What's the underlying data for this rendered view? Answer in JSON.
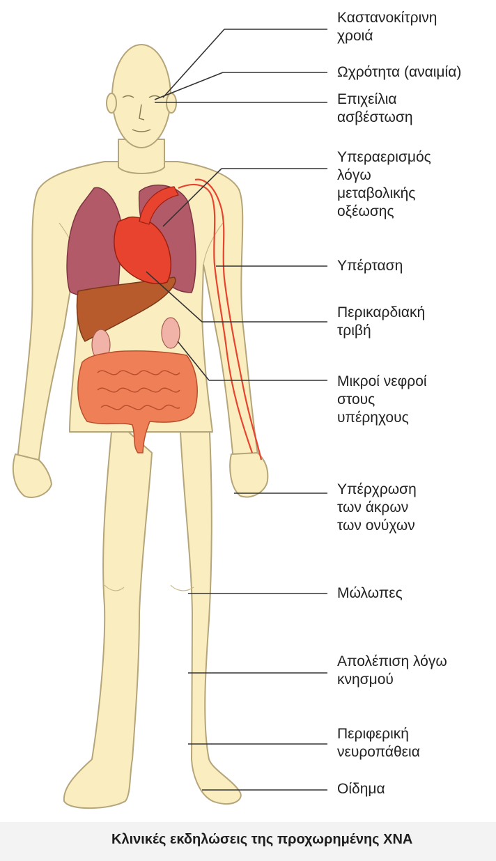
{
  "labels": {
    "skin_color": "Καστανοκίτρινη\nχροιά",
    "pallor": "Ωχρότητα (αναιμία)",
    "calcification": "Επιχείλια\nασβέστωση",
    "hyperventilation": "Υπεραερισμός\nλόγω\nμεταβολικής\nοξέωσης",
    "hypertension": "Υπέρταση",
    "pericardial_rub": "Περικαρδιακή\nτριβή",
    "small_kidneys": "Μικροί νεφροί\nστους\nυπέρηχους",
    "nail_hyperpigmentation": "Υπέρχρωση\nτων άκρων\nτων ονύχων",
    "bruises": "Μώλωπες",
    "itching": "Απολέπιση λόγω\nκνησμού",
    "neuropathy": "Περιφερική\nνευροπάθεια",
    "edema": "Οίδημα"
  },
  "caption": "Κλινικές εκδηλώσεις της προχωρημένης ΧΝΑ",
  "colors": {
    "skin": "#faeec0",
    "outline": "#b5a57a",
    "lung": "#b35a68",
    "heart": "#e8432e",
    "liver": "#b75a2c",
    "intestine": "#ef7f57",
    "kidney": "#f1b3a8",
    "artery": "#e8432e",
    "leader": "#333333"
  }
}
